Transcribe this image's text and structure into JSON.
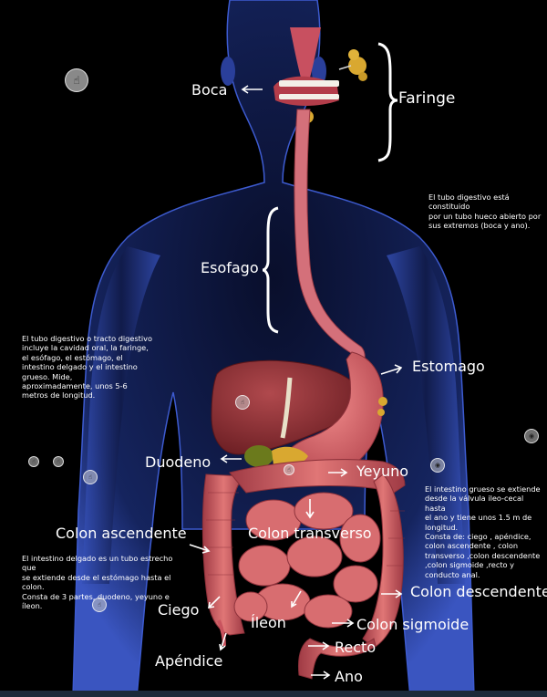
{
  "labels": {
    "boca": "Boca",
    "faringe": "Faringe",
    "esofago": "Esofago",
    "estomago": "Estomago",
    "duodeno": "Duodeno",
    "yeyuno": "Yeyuno",
    "colon_ascendente": "Colon ascendente",
    "colon_transverso": "Colon transverso",
    "colon_descendente": "Colon descendente",
    "ciego": "Ciego",
    "ileon": "Íleon",
    "colon_sigmoide": "Colon  sigmoide",
    "apendice": "Apéndice",
    "recto": "Recto",
    "ano": "Ano"
  },
  "notes": {
    "tubo_hueco": "El tubo digestivo está constituido\npor un tubo hueco abierto por\nsus extremos (boca y ano).",
    "tracto_digestivo": "El tubo digestivo o tracto digestivo\nincluye la cavidad oral, la faringe,\nel esófago, el estómago, el\nintestino delgado y el intestino\ngrueso. Mide,\naproximadamente, unos 5-6\nmetros de longitud.",
    "intestino_grueso": "El intestino grueso se extiende\ndesde la válvula ileo-cecal hasta\nel ano y tiene unos 1.5 m de\nlongitud.\nConsta de: ciego , apéndice,\ncolon ascendente , colon\ntransverso ,colon descendente\n,colon sigmoide ,recto y\nconducto anal.",
    "intestino_delgado": "El intestino delgado es un tubo estrecho que\nse extiende desde el estómago hasta el colon.\nConsta de 3 partes, duodeno, yeyuno e íleon."
  },
  "icons": {
    "hand": "hand-pointer-icon",
    "eye": "eye-icon"
  },
  "colors": {
    "body": "#1d2f7a",
    "organ": "#c9535e",
    "liver": "#8a2b2f",
    "fat": "#d9a830",
    "text": "#ffffff"
  }
}
